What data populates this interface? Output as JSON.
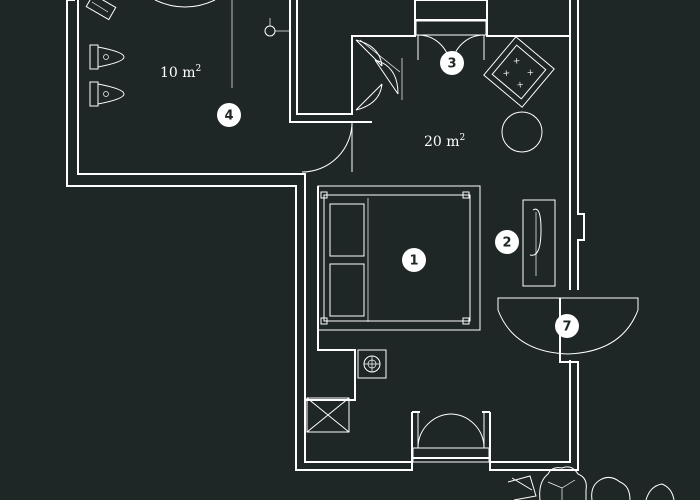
{
  "colors": {
    "background": "#1f2626",
    "lines": "#ffffff"
  },
  "areas": {
    "bathroom": {
      "value": "10 m",
      "sup": "2"
    },
    "bedroom": {
      "value": "20 m",
      "sup": "2"
    }
  },
  "markers": {
    "bed": "1",
    "dresser": "2",
    "armchair": "3",
    "bathroom": "4",
    "balcony": "7"
  }
}
